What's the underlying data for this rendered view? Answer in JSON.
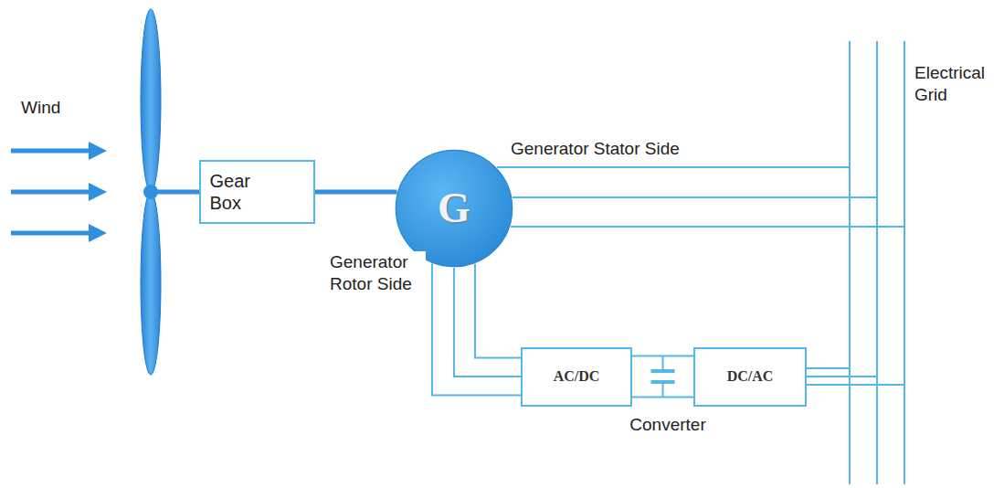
{
  "diagram": {
    "nodes": [
      {
        "text": [
          "Gear Box"
        ]
      },
      {
        "text": [
          "G"
        ]
      },
      {
        "text": [
          "AC/DC"
        ]
      },
      {
        "text": [
          "DC/AC"
        ]
      }
    ],
    "edges": [
      {
        "from": 0,
        "to": 1,
        "arrow": "none"
      },
      {
        "from": 1,
        "to": 2,
        "arrow": "none"
      },
      {
        "from": 2,
        "to": 3,
        "arrow": "none"
      }
    ],
    "labels": [
      "Wind",
      "Generator Stator Side",
      "Generator Rotor Side",
      "Converter",
      "Electrical Grid"
    ]
  }
}
